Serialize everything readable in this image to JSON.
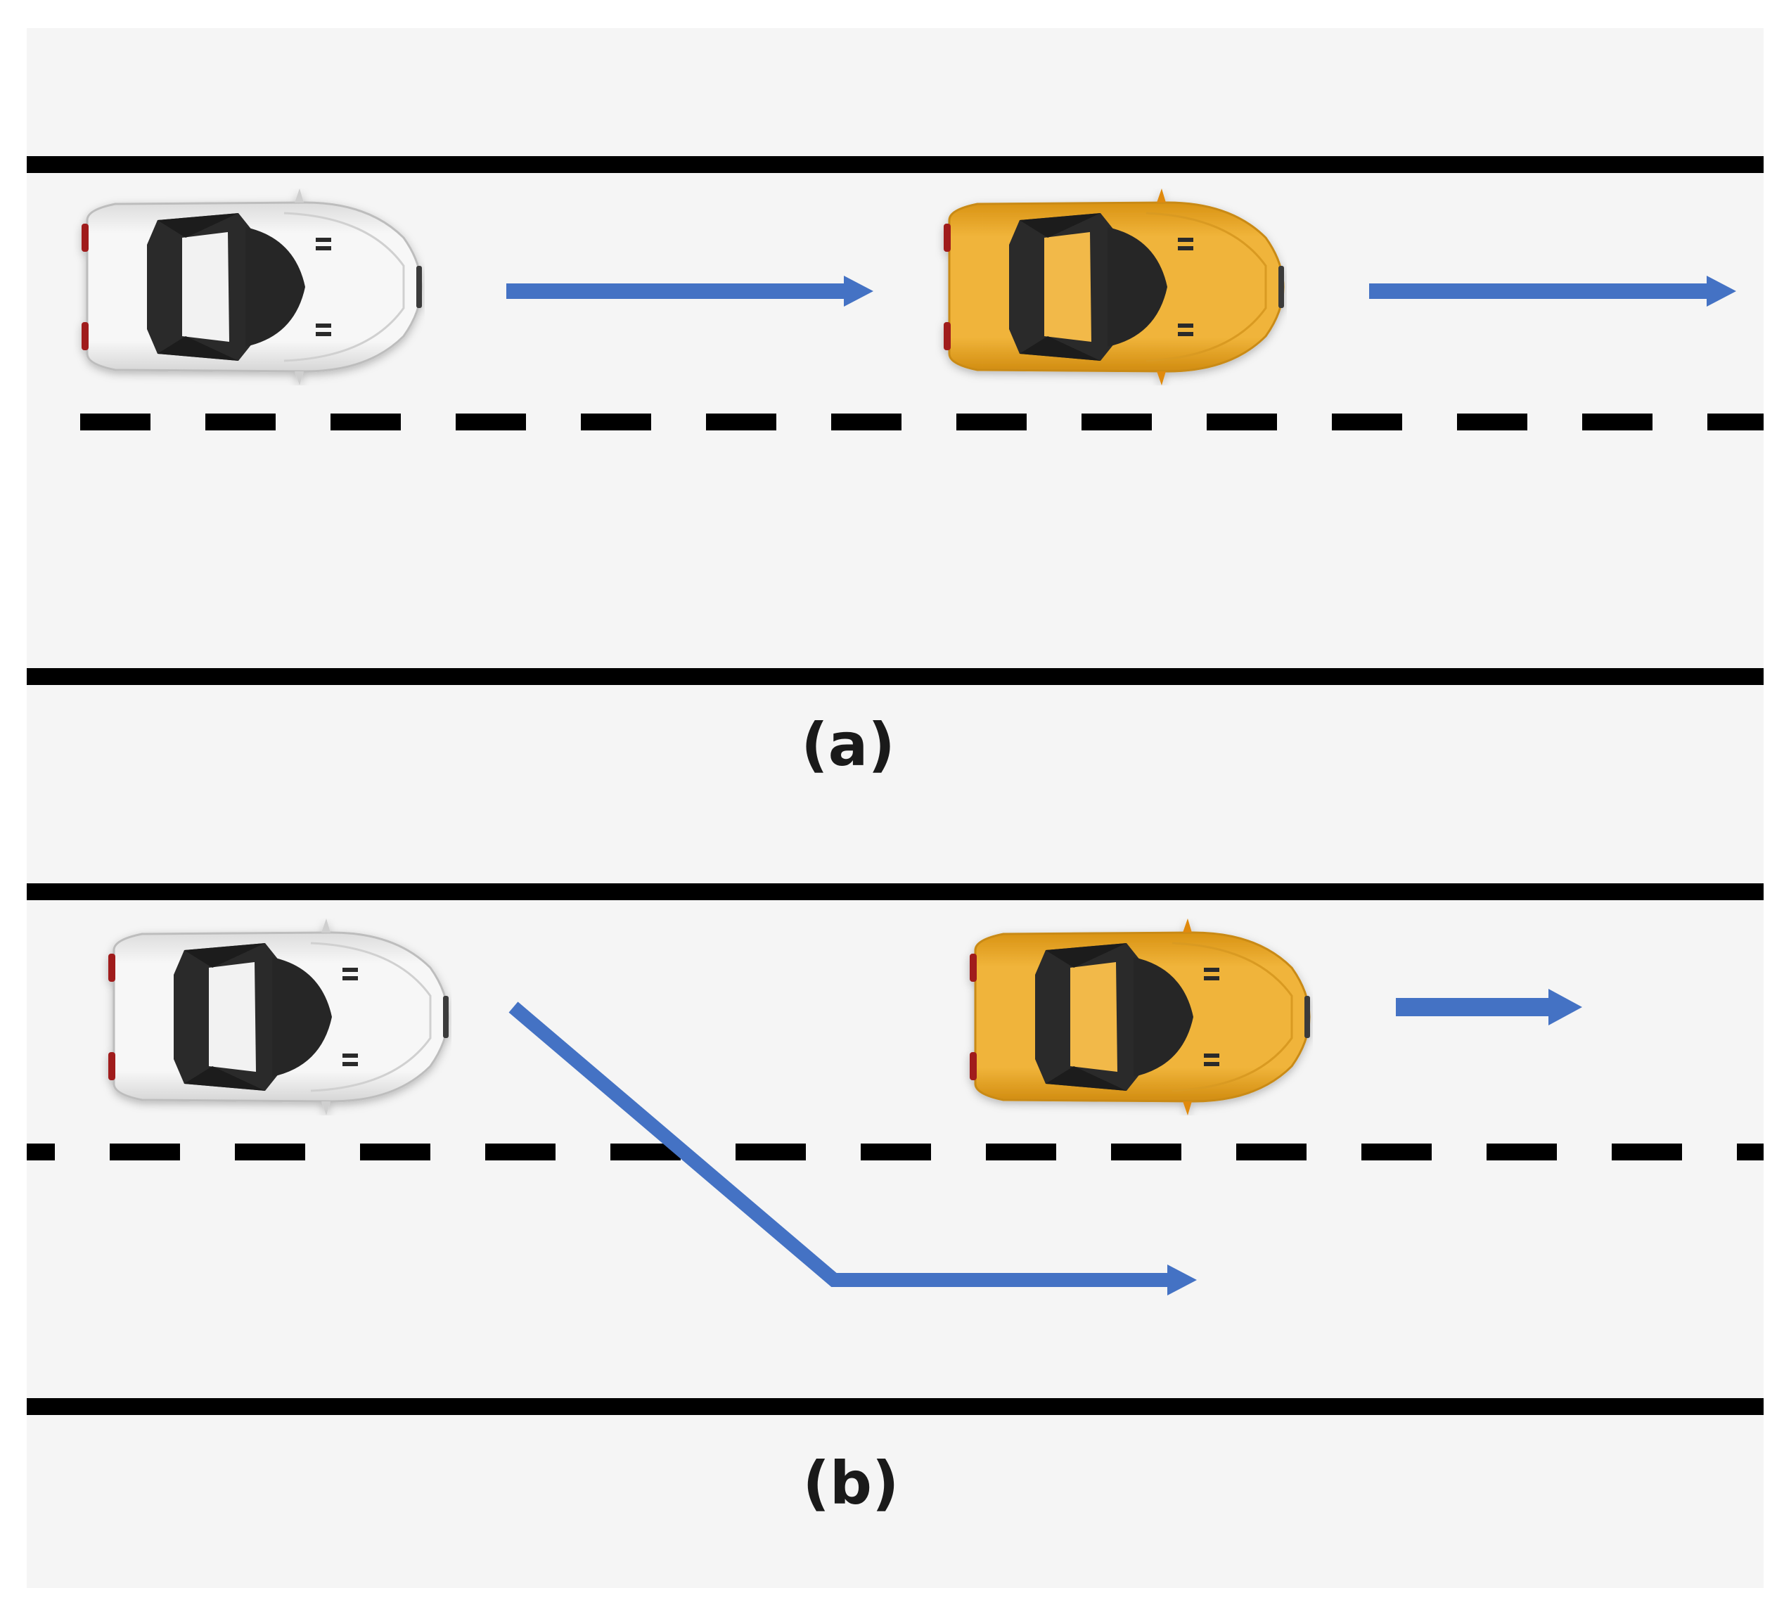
{
  "panels": [
    {
      "id": "a",
      "label": "(a)",
      "scenario": "follow-same-lane"
    },
    {
      "id": "b",
      "label": "(b)",
      "scenario": "lane-change"
    }
  ],
  "colors": {
    "road": "#f5f5f5",
    "lane_line": "#000000",
    "arrow": "#4472c4",
    "car_white_body": "#eeeeee",
    "car_yellow_body": "#eba928",
    "window": "#2b2b2b",
    "tail_light": "#a01a1a"
  },
  "icons": [
    "white-car-icon",
    "yellow-car-icon",
    "arrow-icon"
  ]
}
